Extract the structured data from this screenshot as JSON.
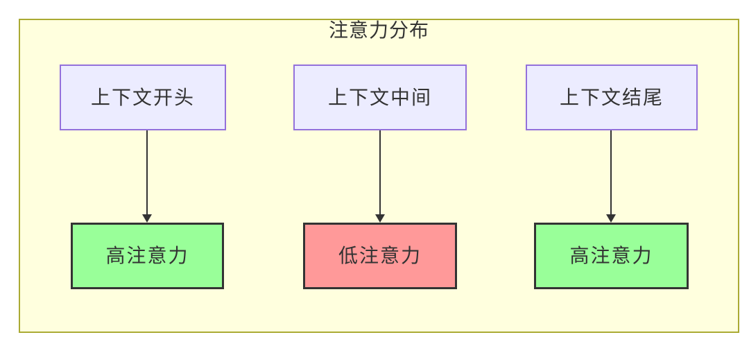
{
  "diagram": {
    "title": "注意力分布",
    "type": "flowchart",
    "colors": {
      "container_fill": "#ffffde",
      "container_border": "#aaaa33",
      "node_fill": "#ececff",
      "node_border": "#9370db",
      "high_fill": "#99ff99",
      "low_fill": "#ff9999",
      "result_border": "#333333",
      "edge": "#333333",
      "text": "#333333"
    },
    "columns": [
      {
        "source": "上下文开头",
        "result": "高注意力",
        "result_type": "high"
      },
      {
        "source": "上下文中间",
        "result": "低注意力",
        "result_type": "low"
      },
      {
        "source": "上下文结尾",
        "result": "高注意力",
        "result_type": "high"
      }
    ]
  }
}
